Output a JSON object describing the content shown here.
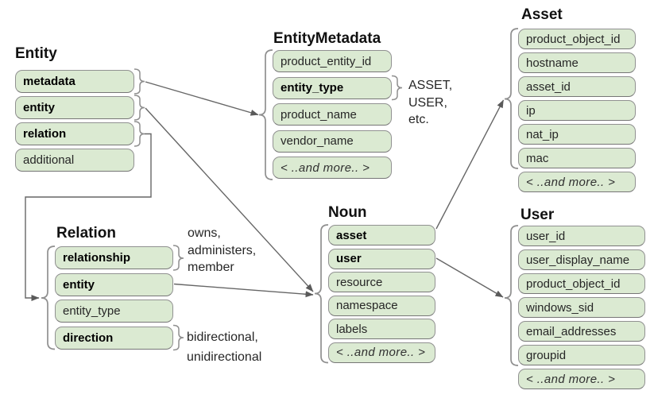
{
  "diagram": {
    "colors": {
      "field_fill": "#dbead2",
      "field_border": "#919191",
      "brace": "#8f8f8f",
      "connector": "#666666"
    },
    "tables": {
      "entity": {
        "title": "Entity",
        "fields": [
          "metadata",
          "entity",
          "relation",
          "additional"
        ]
      },
      "entity_metadata": {
        "title": "EntityMetadata",
        "fields": [
          "product_entity_id",
          "entity_type",
          "product_name",
          "vendor_name",
          "< ..and more.. >"
        ]
      },
      "asset": {
        "title": "Asset",
        "fields": [
          "product_object_id",
          "hostname",
          "asset_id",
          "ip",
          "nat_ip",
          "mac",
          "< ..and more.. >"
        ]
      },
      "relation": {
        "title": "Relation",
        "fields": [
          "relationship",
          "entity",
          "entity_type",
          "direction"
        ]
      },
      "noun": {
        "title": "Noun",
        "fields": [
          "asset",
          "user",
          "resource",
          "namespace",
          "labels",
          "< ..and more.. >"
        ]
      },
      "user": {
        "title": "User",
        "fields": [
          "user_id",
          "user_display_name",
          "product_object_id",
          "windows_sid",
          "email_addresses",
          "groupid",
          "< ..and more.. >"
        ]
      }
    },
    "annotations": {
      "entity_type_values": "ASSET,\nUSER,\netc.",
      "relationship_values": "owns,\nadministers,\nmember",
      "direction_values": "bidirectional,\nunidirectional"
    }
  }
}
